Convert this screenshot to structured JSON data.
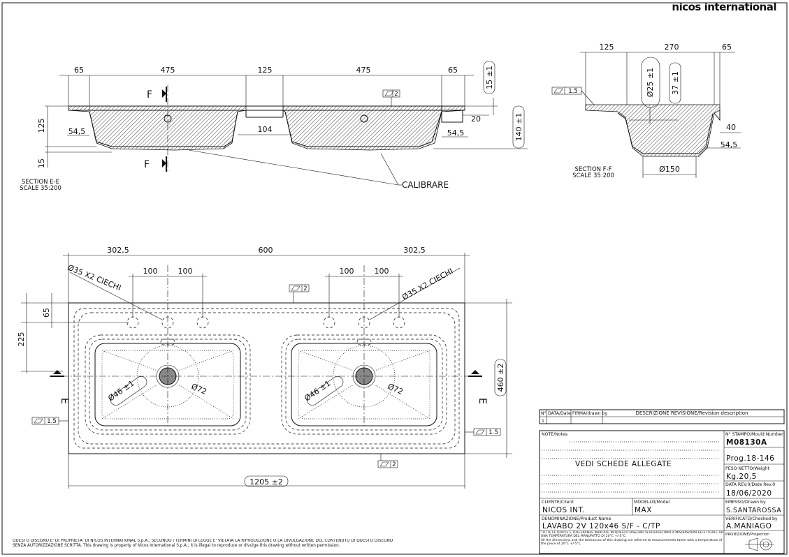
{
  "company": "nicos international",
  "section_ee": {
    "title": "SECTION E-E",
    "scale": "SCALE 35:200",
    "dims": {
      "d65_left": "65",
      "d475_a": "475",
      "d125": "125",
      "d475_b": "475",
      "d65_right": "65",
      "d125_height": "125",
      "d15": "15",
      "d54_5_left": "54,5",
      "d104": "104",
      "d54_5_right": "54,5",
      "d20": "20",
      "d15_tol": "15 ±1",
      "d140_tol": "140 ±1",
      "flatness": "2"
    },
    "cut_label_top": "F",
    "cut_label_bottom": "F",
    "calibrare": "CALIBRARE"
  },
  "section_ff": {
    "title": "SECTION F-F",
    "scale": "SCALE 35:200",
    "dims": {
      "d125": "125",
      "d270": "270",
      "d65": "65",
      "flatness": "1.5",
      "d37": "37 ±1",
      "d25": "Ø25 ±1",
      "d40": "40",
      "d54_5": "54,5",
      "d150": "Ø150"
    }
  },
  "plan": {
    "dims": {
      "d302_5_left": "302,5",
      "d600": "600",
      "d302_5_right": "302,5",
      "d100_a": "100",
      "d100_b": "100",
      "d100_c": "100",
      "d100_d": "100",
      "d65": "65",
      "d225": "225",
      "d460": "460 ±2",
      "d1205": "1205 ±2",
      "holes_left": "Ø35 X2 CIECHI",
      "holes_right": "Ø35 X2 CIECHI",
      "d46_left": "Ø46 ±1",
      "d72_left": "Ø72",
      "d46_right": "Ø46 ±1",
      "d72_right": "Ø72",
      "flat_top": "2",
      "flat_left": "1.5",
      "flat_right": "1.5",
      "flat_bottom": "2"
    },
    "cut_left": "E",
    "cut_right": "E"
  },
  "revision_table": {
    "col_no": "N°",
    "col_date": "DATA/Date",
    "col_by": "FIRMA/drawn by",
    "col_desc": "DESCRIZIONE REVISIONE/Revision description",
    "row1_no": "1"
  },
  "title_block": {
    "notes_label": "NOTE/Notes",
    "notes_text": "VEDI SCHEDE ALLEGATE",
    "stampo_label": "N° STAMPO/Mould Number",
    "stampo_value": "M08130A",
    "prog_value": "Prog.18-146",
    "peso_label": "PESO NETTO/Weight",
    "peso_value": "Kg.20,5",
    "data_label": "DATA REV.0/Date Rev.0",
    "data_value": "18/06/2020",
    "cliente_label": "CLIENTE/Client",
    "cliente_value": "NICOS INT.",
    "modello_label": "MODELLO/Model",
    "modello_value": "MAX",
    "emesso_label": "EMESSO/Drawn by",
    "emesso_value": "S.SANTAROSSA",
    "denominazione_label": "DENOMINAZIONE/Product Name",
    "denominazione_value": "LAVABO 2V 120x46 S/F - C/TP",
    "verificato_label": "VERIFICATO/Checked by",
    "verificato_value": "A.MANIAGO",
    "tolerance_it": "TUTTE LE QUOTE E TOLLERANZE INDICATE IN QUESTO DISEGNO SI RIFERISCONO A MISURAZIONI EFFETTUATE AD UNA TEMPERATURA DEL MANUFATTO DI 20°C +/-5°C.",
    "tolerance_en": "All the dimensions and the tolerances of this drawing are referred to measurements taken with a temperature of the piece of 20°C +/-5°C.",
    "proiezione_label": "PROIEZIONE/Projection"
  },
  "footer": {
    "line1": "QUESTO DISEGNO E' DI PROPRIETA' DI NICOS INTERNATIONAL S.p.A.; SECONDO I TERMINI DI LEGGE E' VIETATA LA RIPRODUZIONE O LA DIVULGAZIONE DEL CONTENUTO DI QUESTO DISEGNO",
    "line2": "SENZA AUTORIZZAZIONE SCRITTA. This drawing is property of Nicos International S.p.A.; it is illegal to reproduce or divulge this drawing without written permission."
  }
}
